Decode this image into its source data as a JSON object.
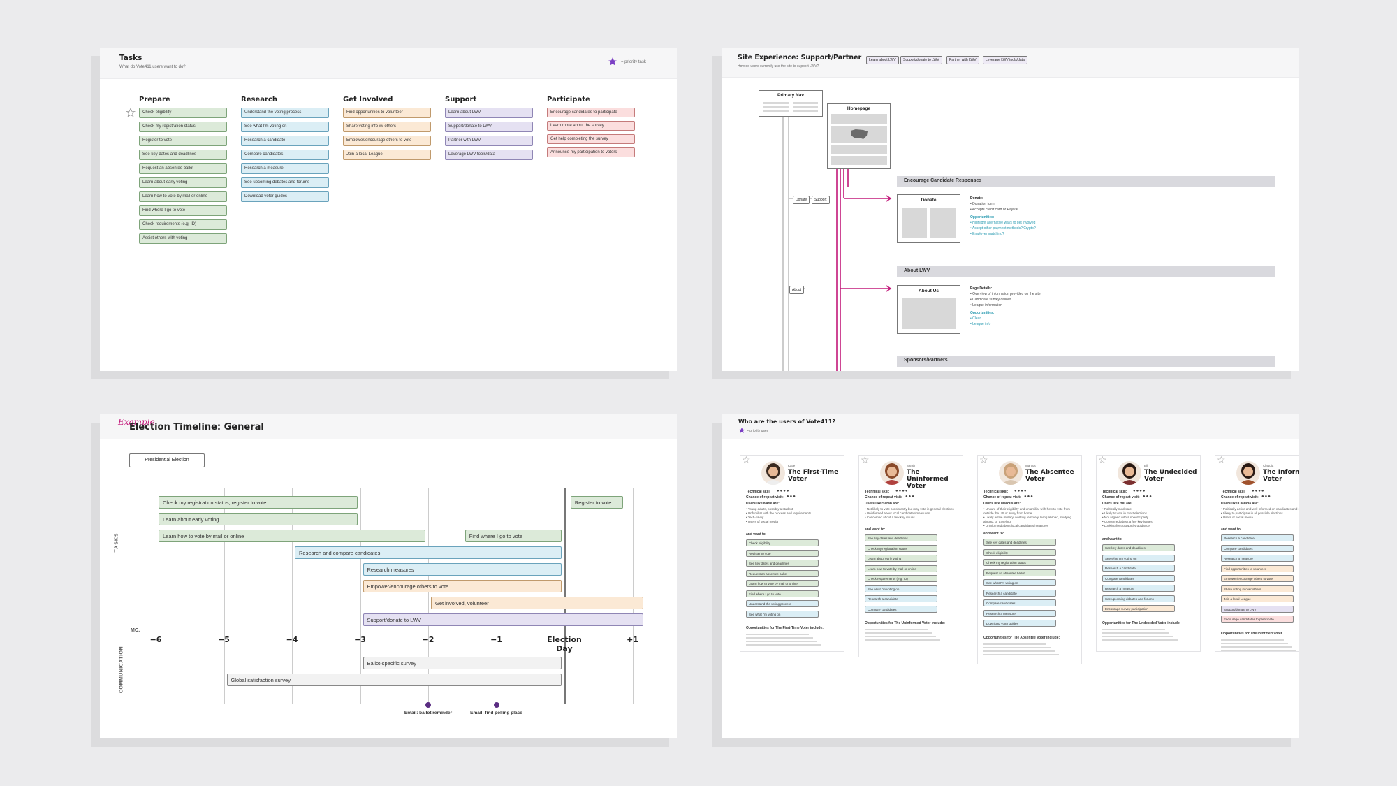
{
  "tasks": {
    "title": "Tasks",
    "subtitle": "What do Vote411 users want to do?",
    "legend": "= priority task",
    "columns": [
      {
        "heading": "Prepare",
        "items": [
          "Check eligibility",
          "Check my registration status",
          "Register to vote",
          "See key dates and deadlines",
          "Request an absentee ballot",
          "Learn about early voting",
          "Learn how to vote by mail or online",
          "Find where I go to vote",
          "Check requirements (e.g. ID)",
          "Assist others with voting"
        ]
      },
      {
        "heading": "Research",
        "items": [
          "Understand the voting process",
          "See what I'm voting on",
          "Research a candidate",
          "Compare candidates",
          "Research a measure",
          "See upcoming debates and forums",
          "Download voter guides"
        ]
      },
      {
        "heading": "Get Involved",
        "items": [
          "Find opportunities to volunteer",
          "Share voting info w/ others",
          "Empower/encourage others to vote",
          "Join a local League"
        ]
      },
      {
        "heading": "Support",
        "items": [
          "Learn about LWV",
          "Support/donate to LWV",
          "Partner with LWV",
          "Leverage LWV tools/data"
        ]
      },
      {
        "heading": "Participate",
        "items": [
          "Encourage candidates to participate",
          "Learn more about the survey",
          "Get help completing the survey",
          "Announce my participation to voters"
        ]
      }
    ]
  },
  "site": {
    "title": "Site Experience: Support/Partner",
    "subtitle": "How do users currently use the site to support LWV?",
    "tags": [
      "Learn about LWV",
      "Support/donate to LWV",
      "Partner with LWV",
      "Leverage LWV tools/data"
    ],
    "primary_nav": "Primary Nav",
    "homepage": "Homepage",
    "nav_tags": [
      "Donate",
      "Support",
      "About"
    ],
    "sections": [
      {
        "band": "Encourage Candidate Responses",
        "page": "Donate",
        "detail_title": "Donate:",
        "details": [
          "• Donation form",
          "• Accepts credit card or PayPal"
        ],
        "opp_title": "Opportunities:",
        "opps": [
          "• Highlight alternative ways to get involved",
          "• Accept other payment methods? Crypto?",
          "• Employer matching?"
        ]
      },
      {
        "band": "About LWV",
        "page": "About Us",
        "detail_title": "Page Details:",
        "details": [
          "• Overview of information provided on the site",
          "• Candidate survey callout",
          "• League information"
        ],
        "opp_title": "Opportunities:",
        "opps": [
          "• Clear",
          "• League info"
        ]
      },
      {
        "band": "Sponsors/Partners"
      }
    ]
  },
  "timeline": {
    "annotation": "Example",
    "title": "Election Timeline: General",
    "dropdown": "Presidential Election",
    "tasks_label": "TASKS",
    "mo_label": "MO.",
    "comm_label": "COMMUNICATION",
    "ticks": [
      "−6",
      "−5",
      "−4",
      "−3",
      "−2",
      "−1",
      "Election Day",
      "+1"
    ],
    "task_bars": [
      {
        "label": "Check my registration status, register to vote",
        "start": -6,
        "end": -3
      },
      {
        "label": "Learn about early voting",
        "start": -6,
        "end": -3
      },
      {
        "label": "Learn how to vote by mail or online",
        "start": -6,
        "end": -2
      },
      {
        "label": "Find where I go to vote",
        "start": -1.5,
        "end": 0
      },
      {
        "label": "Research and compare candidates",
        "start": -4,
        "end": 0
      },
      {
        "label": "Research measures",
        "start": -3,
        "end": 0
      },
      {
        "label": "Empower/encourage others to vote",
        "start": -3,
        "end": 0
      },
      {
        "label": "Get involved, volunteer",
        "start": -2,
        "end": 1.2
      },
      {
        "label": "Support/donate to LWV",
        "start": -3,
        "end": 1.2
      },
      {
        "label": "Register to vote",
        "start": 0.05,
        "end": 0.9
      }
    ],
    "comm_bars": [
      {
        "label": "Ballot-specific survey",
        "start": -3,
        "end": 0
      },
      {
        "label": "Global satisfaction survey",
        "start": -5,
        "end": 0
      }
    ],
    "emails": [
      {
        "label": "Email: ballot reminder",
        "at": -2
      },
      {
        "label": "Email: find polling place",
        "at": -1
      }
    ]
  },
  "users": {
    "title": "Who are the users of Vote411?",
    "legend": "= priority user",
    "skill_label": "Technical skill:",
    "repeat_label": "Chance of repeat visit:",
    "personas": [
      {
        "name": "Katie",
        "persona": "The First-Time Voter",
        "users_title": "Users like Katie are:",
        "traits": [
          "• Young adults, possibly a student",
          "• Unfamiliar with the process and requirements",
          "• Tech-savvy",
          "• Users of social media"
        ],
        "tasks": [
          "Check eligibility",
          "Register to vote",
          "See key dates and deadlines",
          "Request an absentee ballot",
          "Learn how to vote by mail or online",
          "Find where I go to vote",
          "Understand the voting process",
          "See what I'm voting on"
        ],
        "opp_title": "Opportunities for The First-Time Voter include:"
      },
      {
        "name": "Sarah",
        "persona": "The Uninformed Voter",
        "users_title": "Users like Sarah are:",
        "traits": [
          "• Not likely to vote consistently but may vote in general elections",
          "• Uninformed about local candidates/measures",
          "• Concerned about a few key issues"
        ],
        "tasks": [
          "See key dates and deadlines",
          "Check my registration status",
          "Learn about early voting",
          "Learn how to vote by mail or online",
          "Check requirements (e.g. ID)",
          "See what I'm voting on",
          "Research a candidate",
          "Compare candidates"
        ],
        "opp_title": "Opportunities for The Uninformed Voter include:"
      },
      {
        "name": "Marcus",
        "persona": "The Absentee Voter",
        "users_title": "Users like Marcus are:",
        "traits": [
          "• Unsure of their eligibility and unfamiliar with how to vote from outside the US or away from home",
          "• Likely active military, working remotely, living abroad, studying abroad, or traveling",
          "• Uninformed about local candidates/measures"
        ],
        "tasks": [
          "See key dates and deadlines",
          "Check eligibility",
          "Check my registration status",
          "Request an absentee ballot",
          "See what I'm voting on",
          "Research a candidate",
          "Compare candidates",
          "Research a measure",
          "Download voter guides"
        ],
        "opp_title": "Opportunities for The Absentee Voter include:"
      },
      {
        "name": "Bill",
        "persona": "The Undecided Voter",
        "users_title": "Users like Bill are:",
        "traits": [
          "• Politically moderate",
          "• Likely to vote in most elections",
          "• Not aligned with a specific party",
          "• Concerned about a few key issues",
          "• Looking for trustworthy guidance"
        ],
        "tasks": [
          "See key dates and deadlines",
          "See what I'm voting on",
          "Research a candidate",
          "Compare candidates",
          "Research a measure",
          "See upcoming debates and forums",
          "Encourage survey participation"
        ],
        "opp_title": "Opportunities for The Undecided Voter include:"
      },
      {
        "name": "Claudia",
        "persona": "The Informed Voter",
        "users_title": "Users like Claudia are:",
        "traits": [
          "• Politically active and well-informed on candidates and measures",
          "• Likely to participate in all possible elections",
          "• Users of social media"
        ],
        "tasks": [
          "Research a candidate",
          "Compare candidates",
          "Research a measure",
          "Find opportunities to volunteer",
          "Empower/encourage others to vote",
          "Share voting info w/ others",
          "Join a local League",
          "Support/donate to LWV",
          "Encourage candidates to participate"
        ],
        "opp_title": "Opportunities for The Informed Voter"
      }
    ]
  },
  "colors": {
    "accent": "#7b3fc4",
    "magenta": "#c2187a",
    "prepare": "#dcead9",
    "research": "#dbeef5",
    "involved": "#fbe9d5",
    "support": "#e5e1f2",
    "participate": "#fbdede"
  }
}
